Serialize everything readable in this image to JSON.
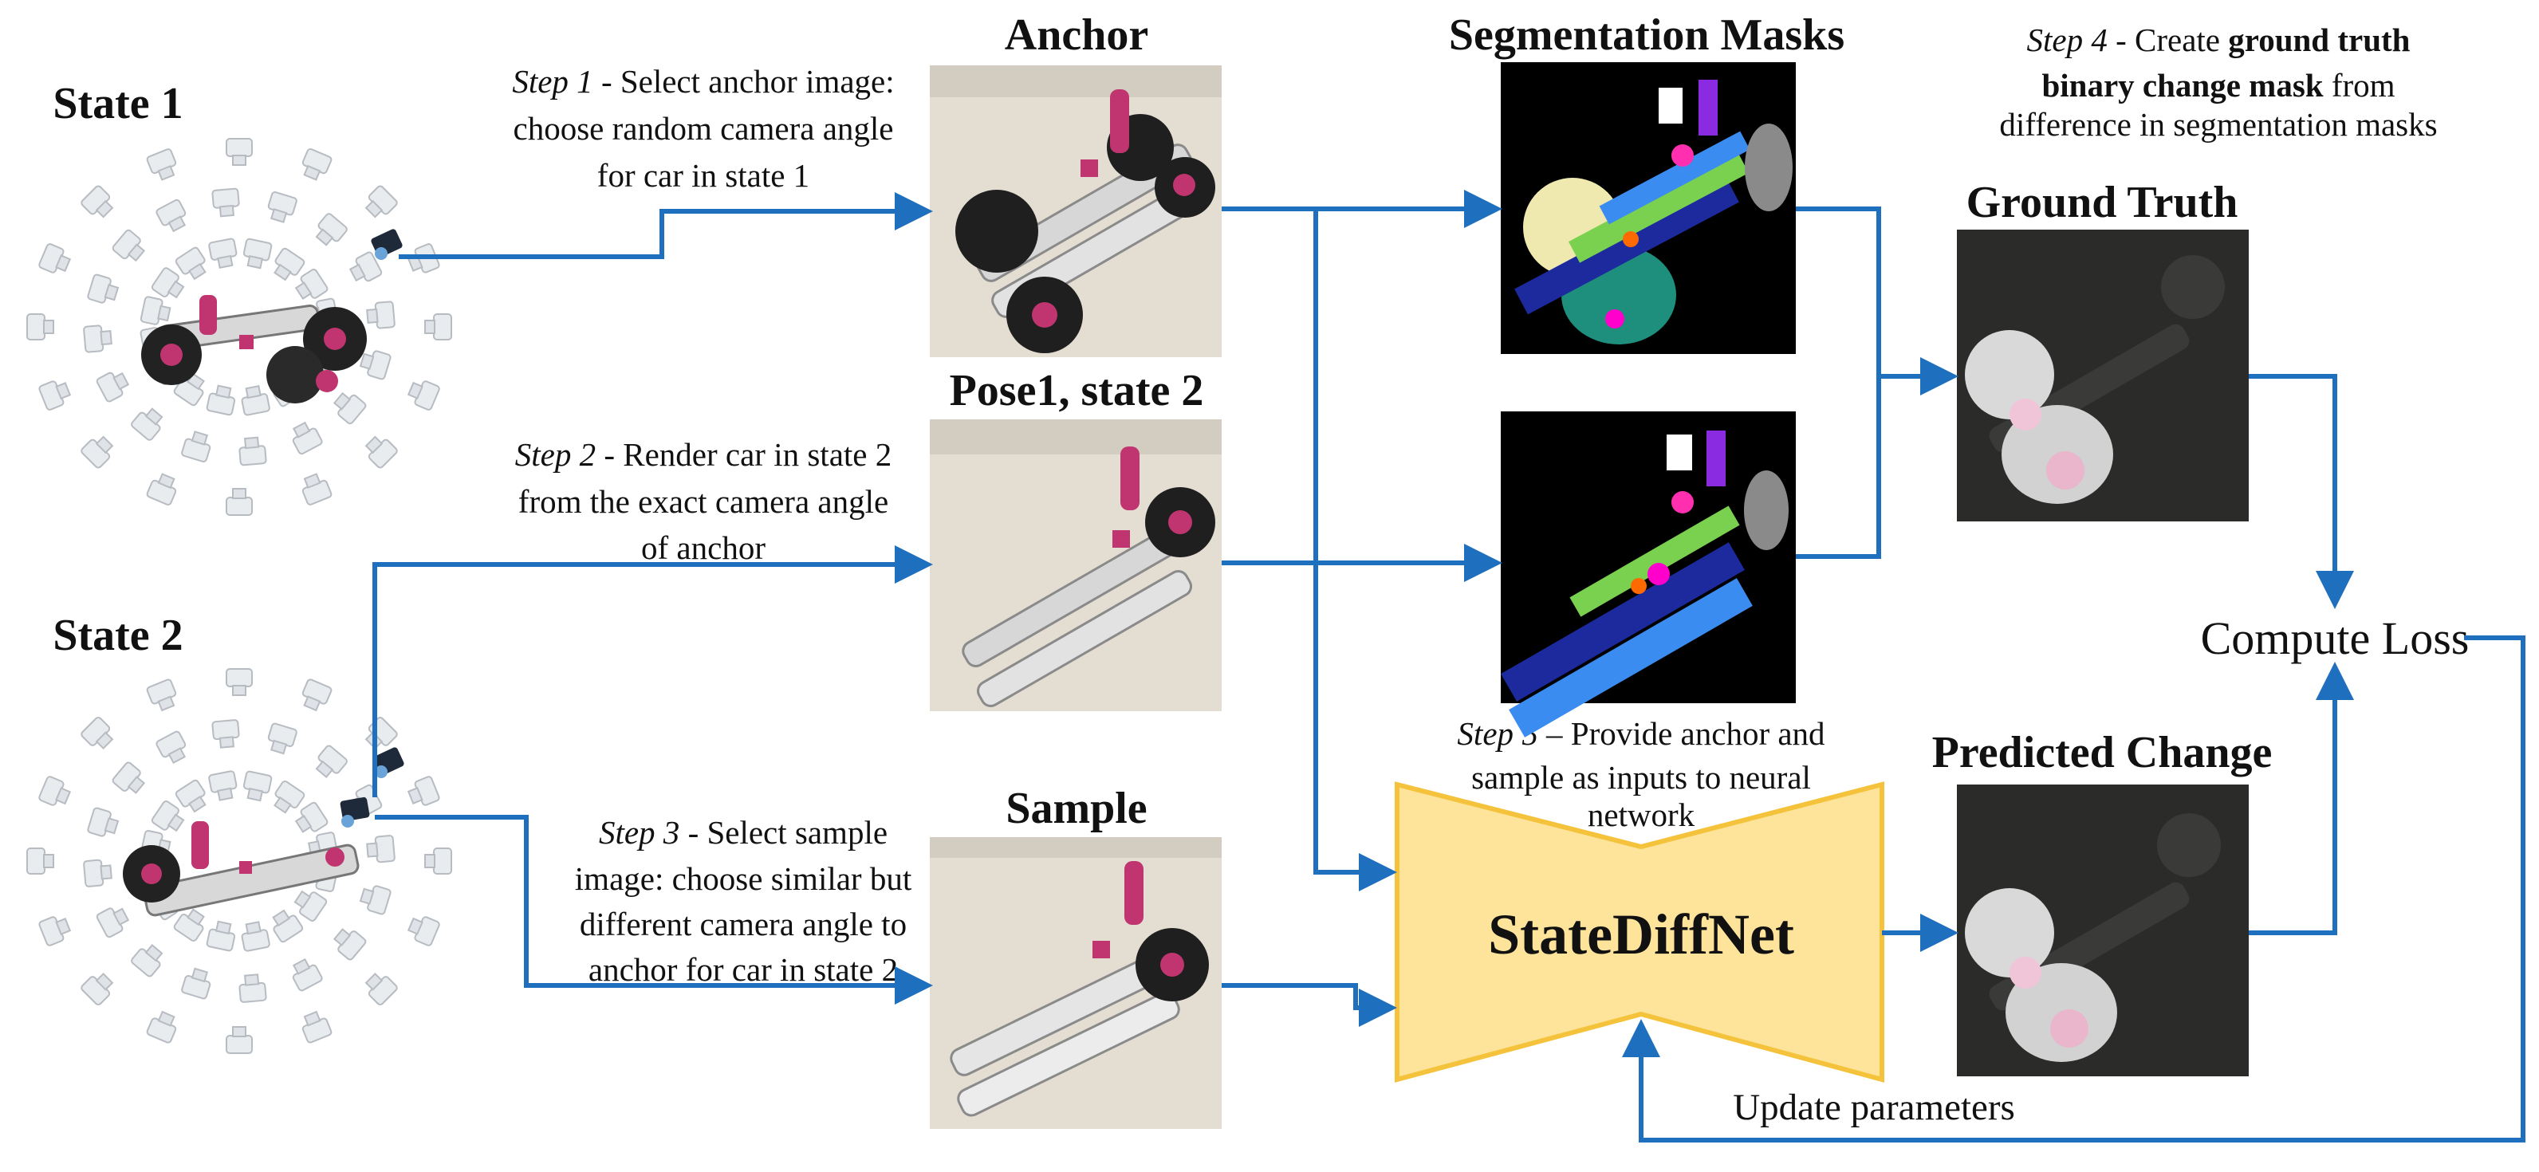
{
  "colors": {
    "arrow": "#1f6fbf",
    "network_fill": "#fde49a",
    "network_stroke": "#f5c33b",
    "photo_bg": "#e4ddd2",
    "mask_bg": "#000000",
    "truth_bg": "#2b2b29"
  },
  "states": {
    "state1": "State 1",
    "state2": "State 2"
  },
  "panels": {
    "anchor": "Anchor",
    "pose1_state2": "Pose1, state 2",
    "sample": "Sample",
    "segmentation_masks": "Segmentation Masks",
    "ground_truth": "Ground Truth",
    "predicted_change": "Predicted Change"
  },
  "steps": {
    "step1": {
      "label": "Step 1",
      "lines": [
        " - Select anchor image:",
        "choose random camera angle",
        "for car in state 1"
      ]
    },
    "step2": {
      "label": "Step 2",
      "lines": [
        " - Render car in state 2",
        "from the exact camera angle",
        "of anchor"
      ]
    },
    "step3": {
      "label": "Step 3",
      "lines": [
        " - Select sample",
        "image: choose similar but",
        "different camera angle to",
        "anchor for car in state 2"
      ]
    },
    "step4": {
      "label": "Step 4",
      "line1_rest": " - Create ",
      "line1_bold": "ground truth",
      "line2_bold": "binary change mask",
      "line2_rest": " from",
      "line3": "difference in segmentation masks"
    },
    "step5": {
      "label": "Step 5",
      "lines": [
        " – Provide anchor and",
        "sample as inputs to neural",
        "network"
      ]
    }
  },
  "network": {
    "name": "StateDiffNet"
  },
  "compute_loss": "Compute Loss",
  "update_parameters": "Update parameters"
}
